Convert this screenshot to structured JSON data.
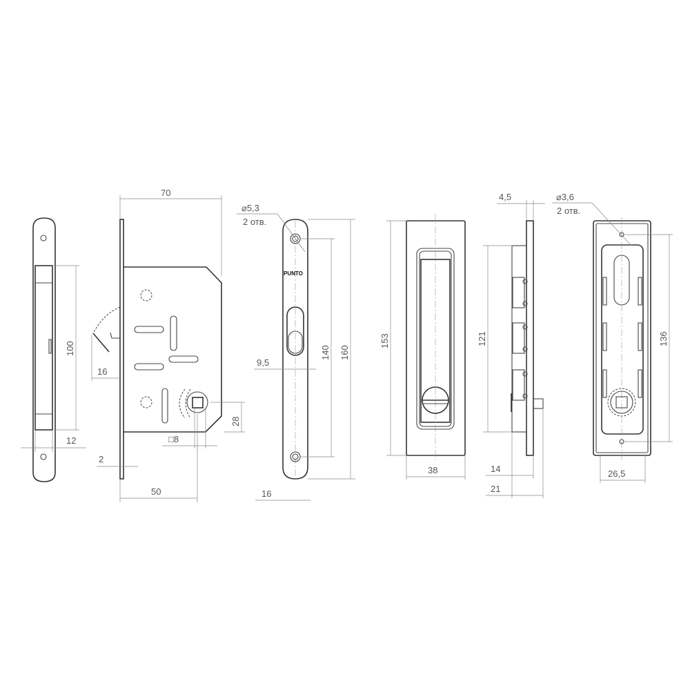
{
  "drawing": {
    "brand_mark": "PUNTO",
    "views": [
      {
        "id": "faceplate-side",
        "dimensions": {
          "body_height": "100",
          "width": "12"
        }
      },
      {
        "id": "lock-body",
        "dimensions": {
          "width": "70",
          "hook_projection": "16",
          "faceplate_thickness": "2",
          "backset": "50",
          "spindle_square": "□8",
          "spindle_offset": "28"
        }
      },
      {
        "id": "faceplate-front",
        "dimensions": {
          "hole_diameter": "⌀5,3",
          "hole_count": "2 отв.",
          "slot_width": "9,5",
          "hole_spacing": "140",
          "total_height": "160",
          "width": "16"
        }
      },
      {
        "id": "handle-front",
        "dimensions": {
          "height": "153",
          "width": "38"
        }
      },
      {
        "id": "handle-side",
        "dimensions": {
          "body_height": "121",
          "flange": "4,5",
          "depth": "14",
          "total_depth": "21"
        }
      },
      {
        "id": "handle-back",
        "dimensions": {
          "hole_diameter": "⌀3,6",
          "hole_count": "2 отв.",
          "hole_spacing": "136",
          "width": "26,5"
        }
      }
    ]
  },
  "labels": {
    "d100": "100",
    "d12": "12",
    "d70": "70",
    "d16a": "16",
    "d2": "2",
    "d50": "50",
    "d8": "□8",
    "d28": "28",
    "d53": "⌀5,3",
    "holes1": "2 отв.",
    "d95": "9,5",
    "d140": "140",
    "d160": "160",
    "d16b": "16",
    "d153": "153",
    "d38": "38",
    "d45": "4,5",
    "d121": "121",
    "d14": "14",
    "d21": "21",
    "d36": "⌀3,6",
    "holes2": "2 отв.",
    "d136": "136",
    "d265": "26,5"
  }
}
